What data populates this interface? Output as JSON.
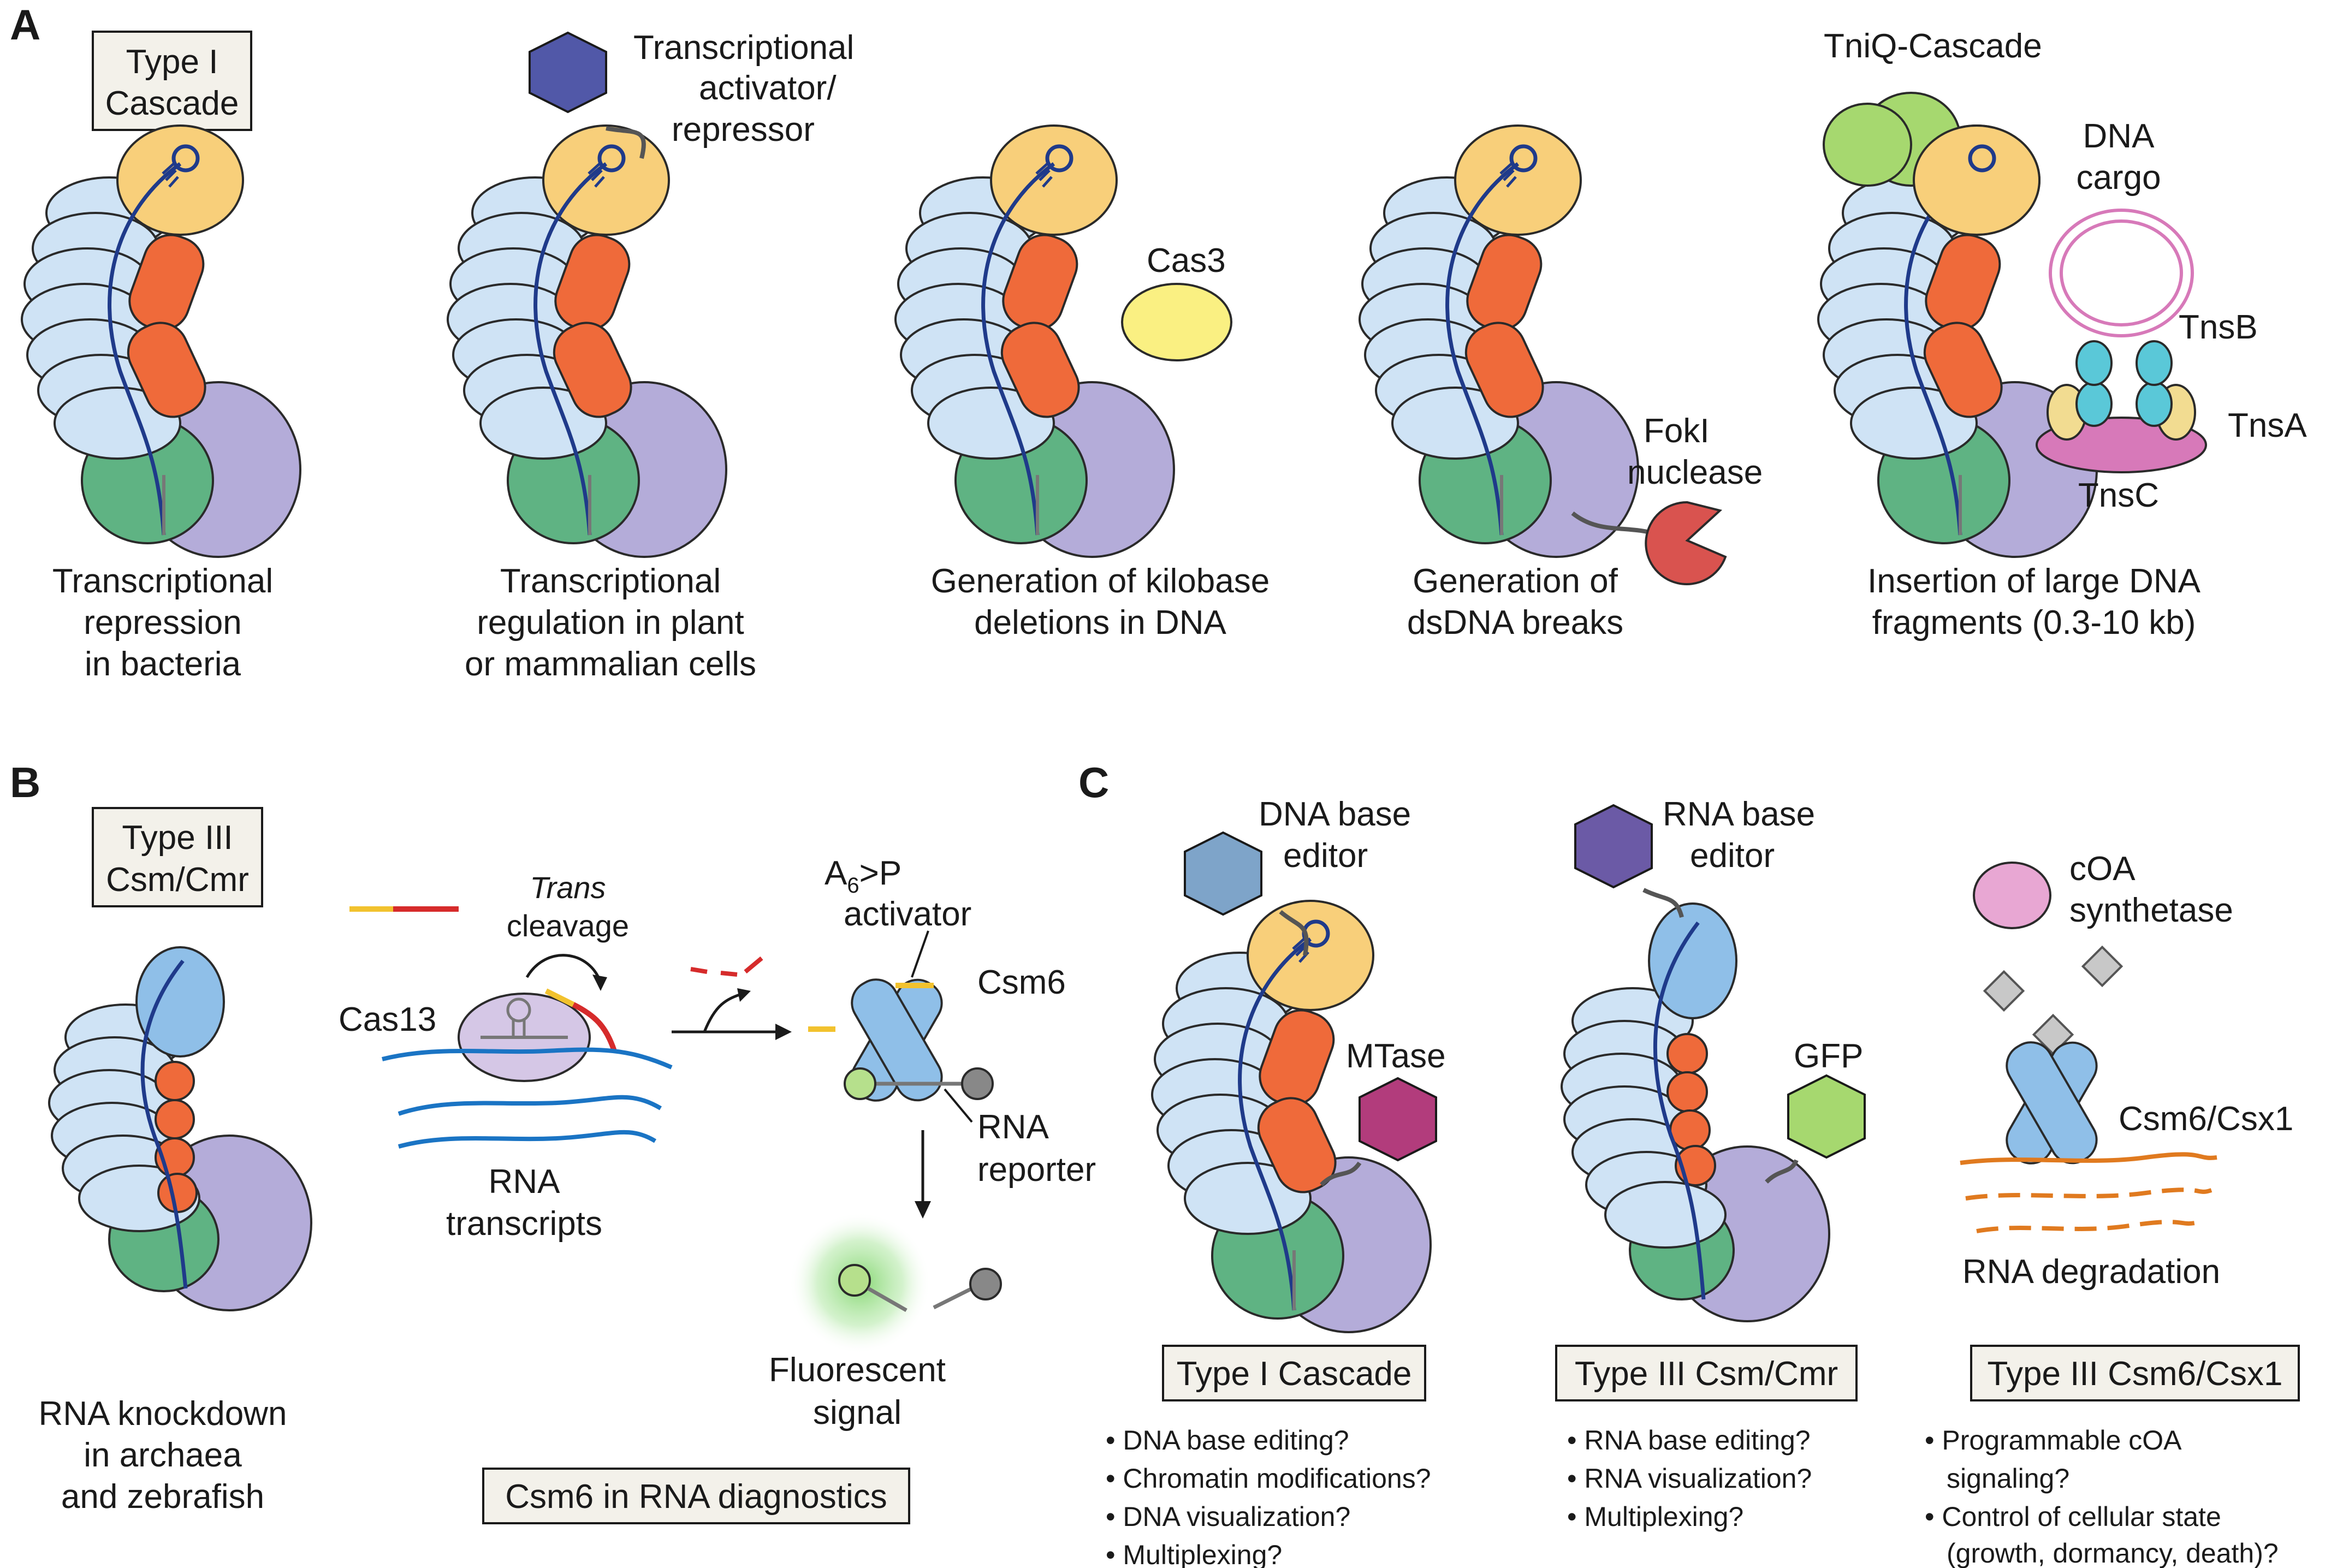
{
  "panels": {
    "a": "A",
    "b": "B",
    "c": "C"
  },
  "panelA": {
    "type_box": [
      "Type I",
      "Cascade"
    ],
    "activator_label": [
      "Transcriptional",
      "activator/",
      "repressor"
    ],
    "cas3_label": "Cas3",
    "foki_label": [
      "FokI",
      "nuclease"
    ],
    "tniq_title": "TniQ-Cascade",
    "dna_cargo": [
      "DNA",
      "cargo"
    ],
    "tnsb": "TnsB",
    "tnsa": "TnsA",
    "tnsc": "TnsC",
    "captions": [
      [
        "Transcriptional",
        "repression",
        "in bacteria"
      ],
      [
        "Transcriptional",
        "regulation in plant",
        "or mammalian cells"
      ],
      [
        "Generation of kilobase",
        "deletions in DNA"
      ],
      [
        "Generation of",
        "dsDNA breaks"
      ],
      [
        "Insertion of large DNA",
        "fragments (0.3-10 kb)"
      ]
    ]
  },
  "panelB": {
    "type_box": [
      "Type III",
      "Csm/Cmr"
    ],
    "trans": "Trans",
    "cleavage": "cleavage",
    "cas13": "Cas13",
    "rna_transcripts": [
      "RNA",
      "transcripts"
    ],
    "activator_main": "A",
    "activator_sub": "6",
    "activator_rest": ">P",
    "activator_word": "activator",
    "csm6": "Csm6",
    "rna_reporter": [
      "RNA",
      "reporter"
    ],
    "fluorescent": [
      "Fluorescent",
      "signal"
    ],
    "caption": [
      "RNA knockdown",
      "in archaea",
      "and zebrafish"
    ],
    "diagnostics_box": "Csm6 in RNA diagnostics"
  },
  "panelC": {
    "dna_base_editor": [
      "DNA base",
      "editor"
    ],
    "mtase": "MTase",
    "rna_base_editor": [
      "RNA base",
      "editor"
    ],
    "gfp": "GFP",
    "coa_synth": [
      "cOA",
      "synthetase"
    ],
    "csm6_csx1": "Csm6/Csx1",
    "rna_degradation": "RNA degradation",
    "boxes": [
      "Type I Cascade",
      "Type III Csm/Cmr",
      "Type III Csm6/Csx1"
    ],
    "bullets1": [
      "• DNA base editing?",
      "• Chromatin modifications?",
      "• DNA visualization?",
      "• Multiplexing?"
    ],
    "bullets2": [
      "• RNA base editing?",
      "• RNA visualization?",
      "• Multiplexing?"
    ],
    "bullets3": [
      "• Programmable cOA",
      "signaling?",
      "• Control of cellular state",
      "(growth, dormancy, death)?"
    ]
  },
  "colors": {
    "light_blue": "#cfe3f5",
    "blue": "#8fbfe8",
    "orange": "#ef6a3a",
    "yellow_orange": "#f8cf7a",
    "purple": "#b4acd9",
    "green": "#5fb383",
    "navy": "#1f3a8a",
    "magenta_ring": "#d779b9"
  }
}
